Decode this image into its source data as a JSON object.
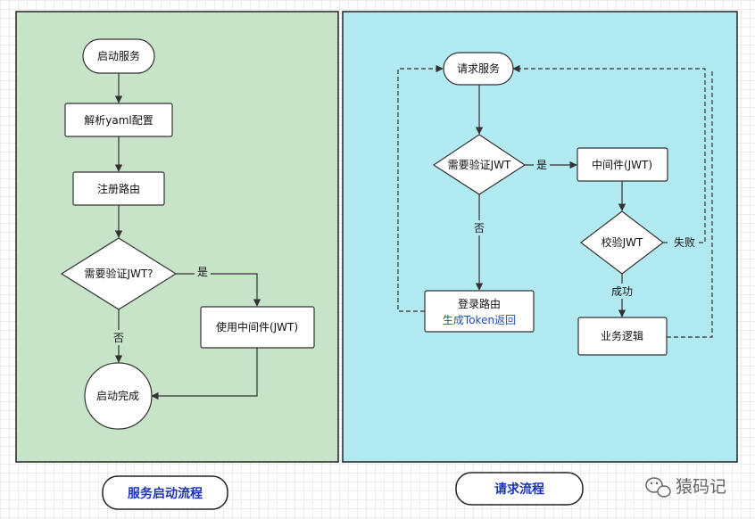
{
  "lanes": {
    "left": {
      "title": "服务启动流程",
      "color": "#c7e3c8"
    },
    "right": {
      "title": "请求流程",
      "color": "#b2eaf2"
    }
  },
  "nodes": {
    "start_service": "启动服务",
    "parse_yaml": "解析yaml配置",
    "register_routes": "注册路由",
    "need_jwt_q": "需要验证JWT?",
    "use_jwt_mw": "使用中间件(JWT)",
    "start_done": "启动完成",
    "request_service": "请求服务",
    "need_jwt": "需要验证JWT",
    "jwt_mw": "中间件(JWT)",
    "check_jwt": "校验JWT",
    "login_route": "登录路由",
    "gen_token": "生成Token返回",
    "business": "业务逻辑"
  },
  "edge_labels": {
    "left_yes": "是",
    "left_no": "否",
    "right_yes": "是",
    "right_no": "否",
    "success": "成功",
    "fail": "失败"
  },
  "watermark": {
    "text": "猿码记",
    "icon": "wechat-icon"
  }
}
